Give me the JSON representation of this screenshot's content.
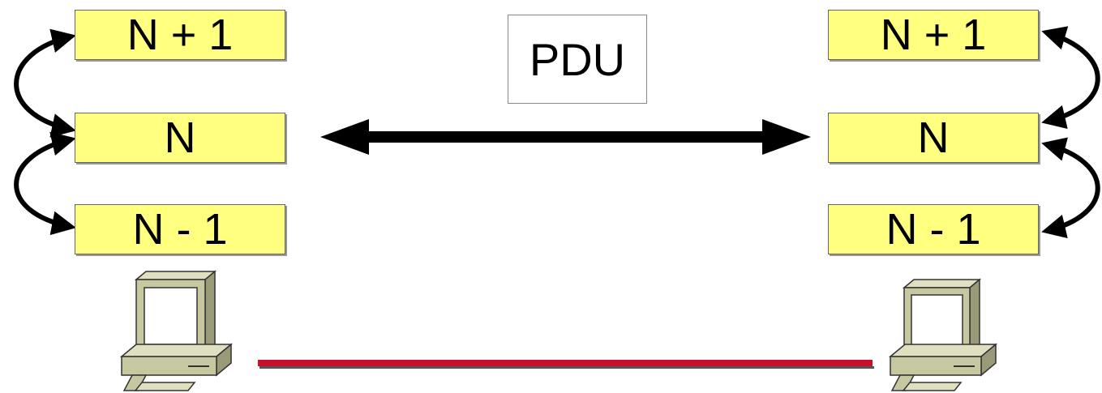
{
  "pdu_label": "PDU",
  "left_stack": {
    "top": "N + 1",
    "middle": "N",
    "bottom": "N - 1"
  },
  "right_stack": {
    "top": "N + 1",
    "middle": "N",
    "bottom": "N - 1"
  },
  "colors": {
    "layer_fill": "#ffff80",
    "link": "#c8102e",
    "arrow": "#000000",
    "computer": "#c8c8a0"
  }
}
